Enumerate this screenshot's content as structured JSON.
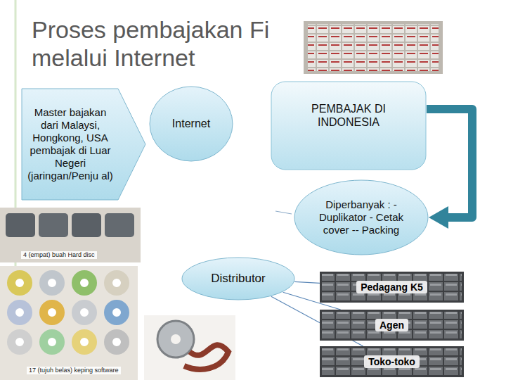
{
  "diagram": {
    "title": "Proses pembajakan Fi melalui Internet",
    "nodes": [
      {
        "text": [
          "Master bajakan dari Malaysi, Hongkong, USA pembajak di Luar Negeri (jaringan/Penju al)"
        ]
      },
      {
        "text": [
          "Internet"
        ]
      },
      {
        "text": [
          "PEMBAJAK DI INDONESIA"
        ]
      },
      {
        "text": [
          "Diperbanyak : -Duplikator - Cetak cover -- Packing"
        ]
      },
      {
        "text": [
          "Distributor"
        ]
      },
      {
        "text": [
          "Pedagang K5"
        ]
      },
      {
        "text": [
          "Agen"
        ]
      },
      {
        "text": [
          "Toko-toko"
        ]
      }
    ],
    "edges": [
      {
        "from": 2,
        "to": 3,
        "arrow": "to"
      },
      {
        "from": 4,
        "to": 5,
        "arrow": "none"
      },
      {
        "from": 4,
        "to": 6,
        "arrow": "none"
      },
      {
        "from": 4,
        "to": 7,
        "arrow": "none"
      }
    ],
    "labels": [
      "4 (empat) buah Hard disc",
      "17 (tujuh belas) keping software"
    ]
  }
}
